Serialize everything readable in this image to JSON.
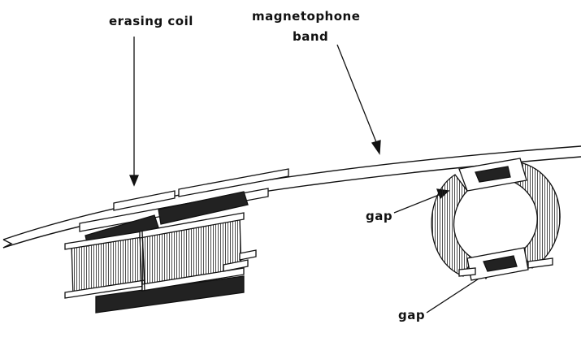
{
  "labels": {
    "erasing_coil": "erasing coil",
    "band_line1": "magnetophone",
    "band_line2": "band",
    "gap_upper": "gap",
    "gap_lower": "gap"
  },
  "colors": {
    "ink": "#111111",
    "background": "#ffffff"
  }
}
